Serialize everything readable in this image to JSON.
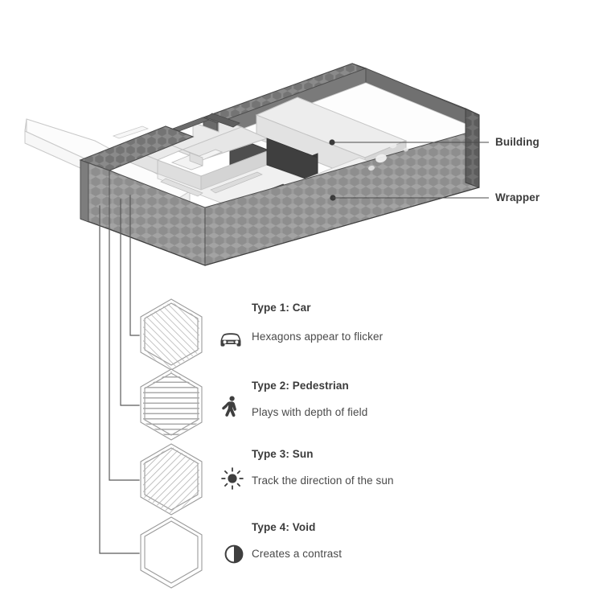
{
  "diagram": {
    "title": "Building wrapper hexagon facade diagram",
    "callouts": [
      {
        "id": "building",
        "label": "Building"
      },
      {
        "id": "wrapper",
        "label": "Wrapper"
      }
    ],
    "model": {
      "parts": [
        {
          "name": "bridge-walkway",
          "fill": "#fbfbfb"
        },
        {
          "name": "building-mass",
          "fill": "#e9e9e9"
        },
        {
          "name": "courtyard-slab",
          "fill": "#f2f2f2"
        },
        {
          "name": "wrapper-wall",
          "fill": "#9a9a9a"
        },
        {
          "name": "wrapper-wall-shadow",
          "fill": "#6d6d6d"
        }
      ]
    }
  },
  "legend": {
    "items": [
      {
        "title": "Type 1: Car",
        "description": "Hexagons appear to flicker",
        "icon": "car-icon",
        "pattern": "diagonal-up",
        "hex_fill": "#ffffff"
      },
      {
        "title": "Type 2: Pedestrian",
        "description": "Plays with depth of field",
        "icon": "pedestrian-icon",
        "pattern": "horizontal",
        "hex_fill": "#ffffff"
      },
      {
        "title": "Type 3: Sun",
        "description": "Track the direction of the sun",
        "icon": "sun-icon",
        "pattern": "diagonal-down",
        "hex_fill": "#ffffff"
      },
      {
        "title": "Type 4: Void",
        "description": "Creates a contrast",
        "icon": "contrast-icon",
        "pattern": "none",
        "hex_fill": "#ffffff"
      }
    ]
  },
  "colors": {
    "background": "#ffffff",
    "text_dark": "#3b3b3b",
    "text_body": "#4a4a4a",
    "leader_line": "#5a5a5a",
    "hex_outline": "#8c8c8c",
    "hatch": "#b4b4b4",
    "icon": "#3f3f3f"
  }
}
